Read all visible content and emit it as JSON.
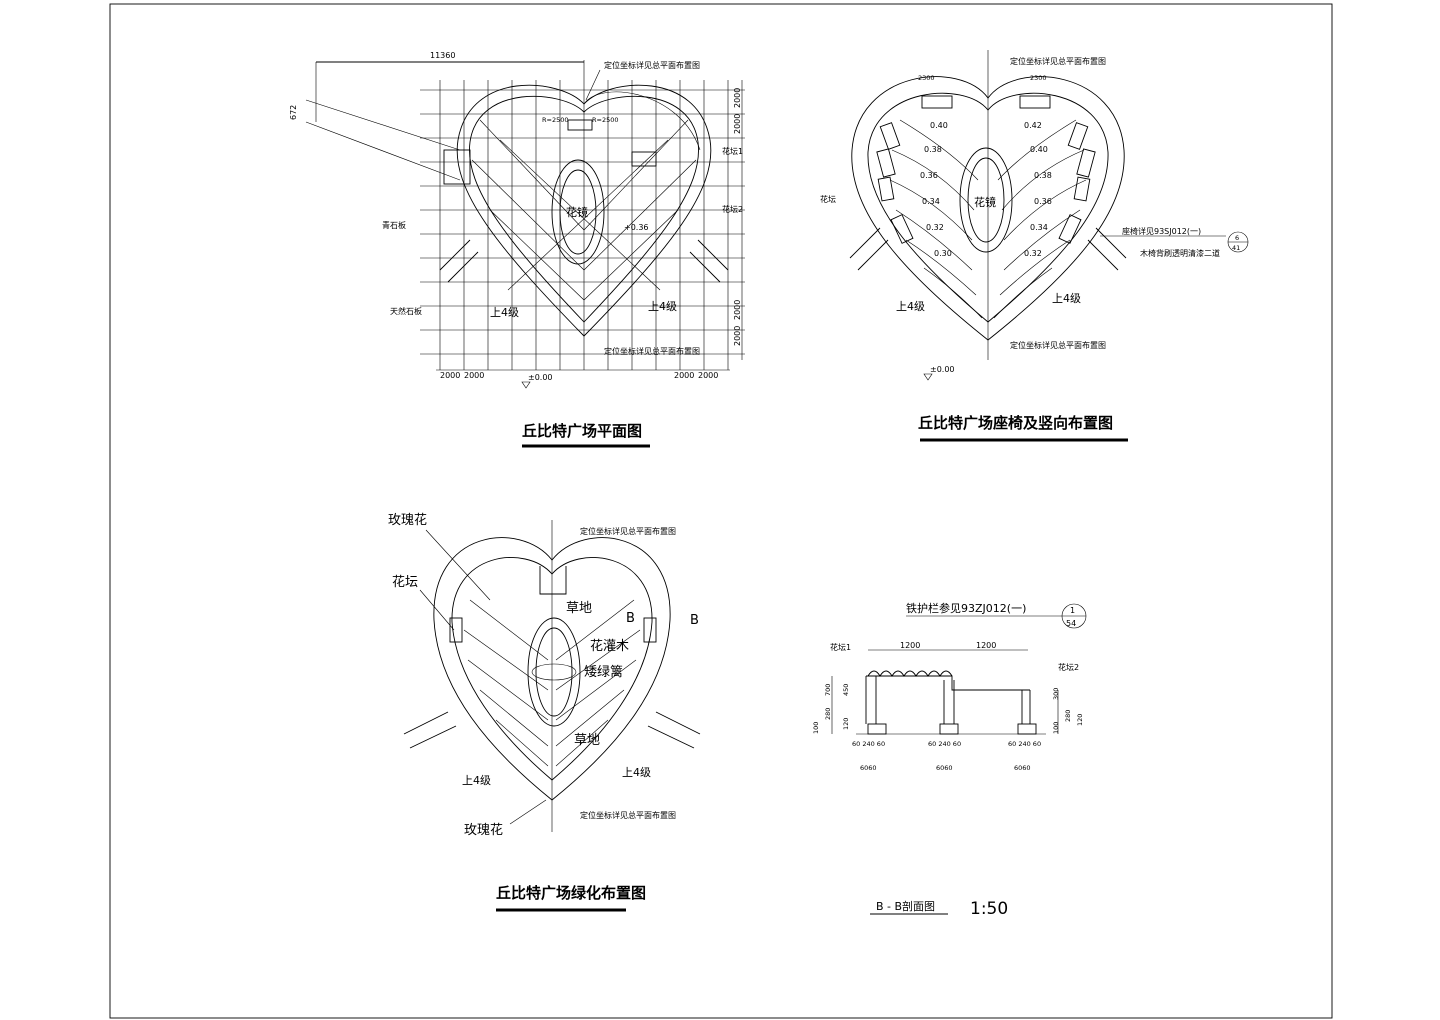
{
  "plan": {
    "title": "丘比特广场平面图",
    "dim_width": "11360",
    "dim_side": "672",
    "note_top": "定位坐标详见总平面布置图",
    "note_bottom": "定位坐标详见总平面布置图",
    "label_flower_mirror": "花镜",
    "label_bed1": "花坛1",
    "label_bed2": "花坛2",
    "label_bluestone": "青石板",
    "label_natural_stone": "天然石板",
    "label_step_left": "上4级",
    "label_step_right": "上4级",
    "elev_top": "±0.00",
    "elev_mid": "+0.36",
    "dims_right": [
      "2000",
      "2000",
      "2000",
      "2000"
    ],
    "dims_bottom": [
      "2000",
      "2000",
      "2000",
      "2000"
    ],
    "r_labels": [
      "R=2500",
      "R=2500"
    ]
  },
  "seating": {
    "title": "丘比特广场座椅及竖向布置图",
    "note_top": "定位坐标详见总平面布置图",
    "note_bottom": "定位坐标详见总平面布置图",
    "label_flower_mirror": "花镜",
    "label_bed": "花坛",
    "seat_ref": "座椅详见93SJ012(一)",
    "seat_ref_num": "6",
    "seat_ref_den": "41",
    "seat_note": "木椅背刷透明清漆二道",
    "label_step_left": "上4级",
    "label_step_right": "上4级",
    "elev": "±0.00",
    "contours_left": [
      "0.40",
      "0.38",
      "0.36",
      "0.34",
      "0.32",
      "0.30"
    ],
    "contours_right": [
      "0.42",
      "0.40",
      "0.38",
      "0.36",
      "0.34",
      "0.32"
    ],
    "seat_dim": "2300"
  },
  "greening": {
    "title": "丘比特广场绿化布置图",
    "note_top": "定位坐标详见总平面布置图",
    "note_bottom": "定位坐标详见总平面布置图",
    "label_rose_top": "玫瑰花",
    "label_rose_bottom": "玫瑰花",
    "label_bed": "花坛",
    "label_lawn_top": "草地",
    "label_lawn_bottom": "草地",
    "label_shrub": "花灌木",
    "label_hedge": "矮绿篱",
    "label_step_left": "上4级",
    "label_step_right": "上4级",
    "section_mark_left": "B",
    "section_mark_right": "B"
  },
  "section": {
    "title": "B - B剖面图",
    "scale": "1:50",
    "railing_ref": "铁护栏参见93ZJ012(一)",
    "railing_num": "1",
    "railing_den": "54",
    "label_bed1": "花坛1",
    "label_bed2": "花坛2",
    "dim_span1": "1200",
    "dim_span2": "1200",
    "dims_left": [
      "700",
      "450",
      "280",
      "120",
      "100"
    ],
    "dims_right": [
      "300",
      "280",
      "120",
      "100"
    ],
    "footing_dims": [
      "60 240 60",
      "60 240 60",
      "60 240 60"
    ],
    "footing_sub": [
      "6060",
      "6060",
      "6060"
    ]
  }
}
